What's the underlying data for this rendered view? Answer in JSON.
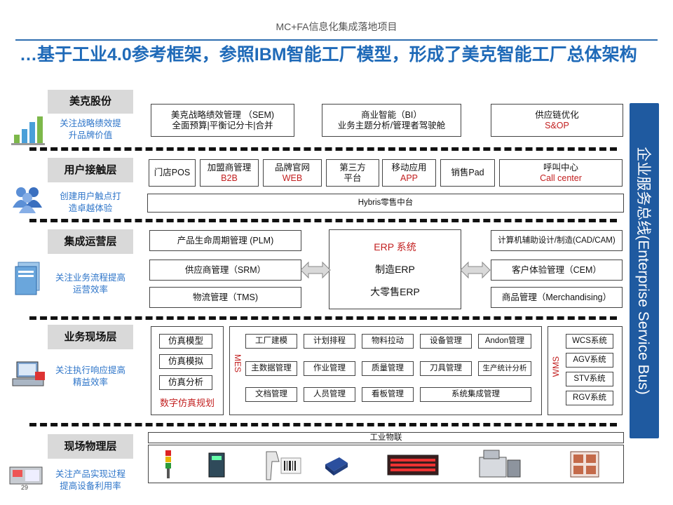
{
  "header": "MC+FA信息化集成落地项目",
  "title": "…基于工业4.0参考框架，参照IBM智能工厂模型，形成了美克智能工厂总体架构",
  "esb": "企业服务总线(Enterprise Service Bus)",
  "page_number": "29",
  "layers": {
    "l1": {
      "label": "美克股份",
      "desc1": "关注战略绩效提",
      "desc2": "升品牌价值"
    },
    "l2": {
      "label": "用户接触层",
      "desc1": "创建用户触点打",
      "desc2": "造卓越体验"
    },
    "l3": {
      "label": "集成运营层",
      "desc1": "关注业务流程提高",
      "desc2": "运营效率"
    },
    "l4": {
      "label": "业务现场层",
      "desc1": "关注执行响应提高",
      "desc2": "精益效率"
    },
    "l5": {
      "label": "现场物理层",
      "desc1": "关注产品实现过程",
      "desc2": "提高设备利用率"
    }
  },
  "top": {
    "sem_l1": "美克战略绩效管理 （SEM)",
    "sem_l2": "全面预算|平衡记分卡|合并",
    "bi_l1": "商业智能（BI）",
    "bi_l2": "业务主题分析/管理者驾驶舱",
    "sc_l1": "供应链优化",
    "sc_l2": "S&OP"
  },
  "touch": {
    "pos": "门店POS",
    "b2b_l1": "加盟商管理",
    "b2b_l2": "B2B",
    "web_l1": "品牌官网",
    "web_l2": "WEB",
    "plat_l1": "第三方",
    "plat_l2": "平台",
    "app_l1": "移动应用",
    "app_l2": "APP",
    "pad": "销售Pad",
    "cc_l1": "呼叫中心",
    "cc_l2": "Call center",
    "hybris": "Hybris零售中台"
  },
  "ops": {
    "plm": "产品生命周期管理 (PLM)",
    "srm": "供应商管理（SRM）",
    "tms": "物流管理（TMS)",
    "erp1": "ERP 系统",
    "erp2": "制造ERP",
    "erp3": "大零售ERP",
    "cad": "计算机辅助设计/制造(CAD/CAM)",
    "cem": "客户体验管理（CEM）",
    "merch": "商品管理（Merchandising）"
  },
  "field": {
    "sim1": "仿真模型",
    "sim2": "仿真模拟",
    "sim3": "仿真分析",
    "simlab": "数字仿真规划",
    "mes": "MES",
    "wms": "WMS",
    "mes_items": [
      "工厂建模",
      "计划排程",
      "物料拉动",
      "设备管理",
      "Andon管理",
      "主数据管理",
      "作业管理",
      "质量管理",
      "刀具管理",
      "生产统计分析",
      "文档管理",
      "人员管理",
      "看板管理",
      "系统集成管理"
    ],
    "wms_items": [
      "WCS系统",
      "AGV系统",
      "STV系统",
      "RGV系统"
    ]
  },
  "phys": {
    "iot": "工业物联"
  }
}
